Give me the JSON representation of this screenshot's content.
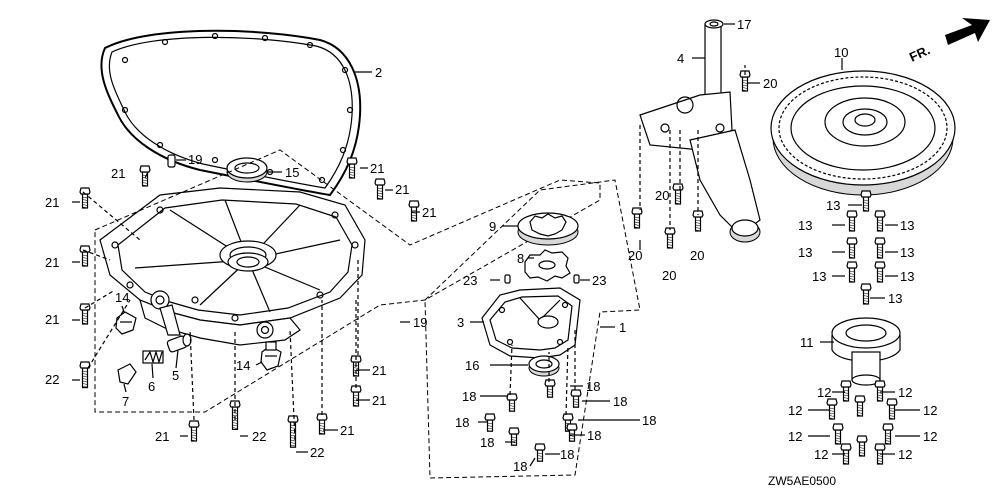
{
  "diagram": {
    "code": "ZW5AE0500",
    "direction_label": "FR.",
    "callouts": {
      "c1": "1",
      "c2": "2",
      "c3": "3",
      "c4": "4",
      "c5": "5",
      "c6": "6",
      "c7": "7",
      "c8": "8",
      "c9": "9",
      "c10": "10",
      "c11": "11",
      "c12": "12",
      "c13": "13",
      "c14": "14",
      "c15": "15",
      "c16": "16",
      "c17": "17",
      "c18": "18",
      "c19": "19",
      "c20": "20",
      "c21": "21",
      "c22": "22",
      "c23": "23"
    }
  }
}
